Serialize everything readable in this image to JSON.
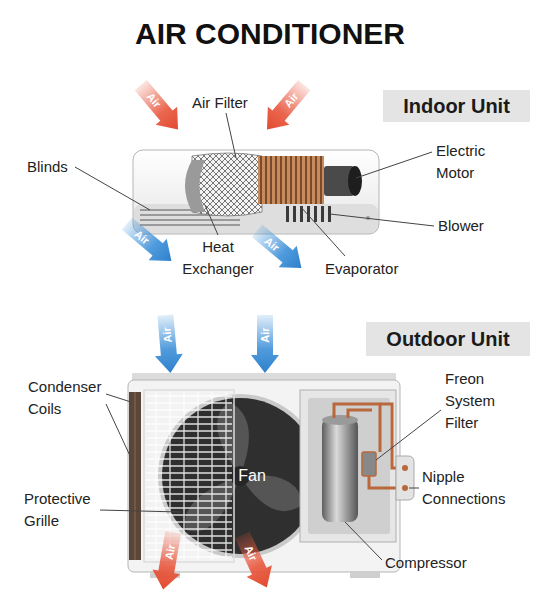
{
  "diagram": {
    "title": "AIR CONDITIONER",
    "nodes": [
      {
        "text": [
          "Indoor Unit"
        ]
      },
      {
        "text": [
          "Outdoor Unit"
        ]
      }
    ],
    "labels": [
      "Air",
      "Air",
      "Air",
      "Air",
      "Air Filter",
      "Blinds",
      "Electric Motor",
      "Blower",
      "Heat Exchanger",
      "Evaporator",
      "Air",
      "Air",
      "Air",
      "Air",
      "Condenser Coils",
      "Freon System Filter",
      "Nipple Connections",
      "Protective Grille",
      "Fan",
      "Compressor"
    ]
  }
}
